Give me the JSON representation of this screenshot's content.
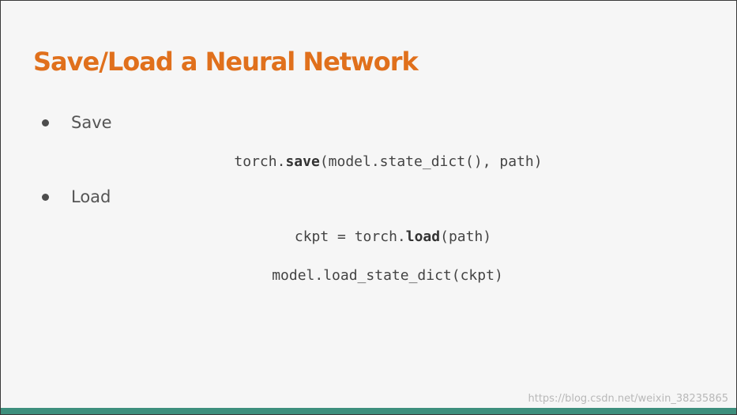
{
  "slide": {
    "title": "Save/Load a Neural Network",
    "bullets": [
      {
        "label": "Save"
      },
      {
        "label": "Load"
      }
    ],
    "code": {
      "save": {
        "pre": "torch.",
        "fn": "save",
        "post": "(model.state_dict(), path)"
      },
      "load_line1": {
        "pre": "ckpt = torch.",
        "fn": "load",
        "post": "(path)"
      },
      "load_line2": {
        "text": "model.load_state_dict(ckpt)"
      }
    },
    "watermark": "https://blog.csdn.net/weixin_38235865"
  },
  "colors": {
    "title": "#e0701c",
    "footer_bar": "#3d8f7d"
  }
}
